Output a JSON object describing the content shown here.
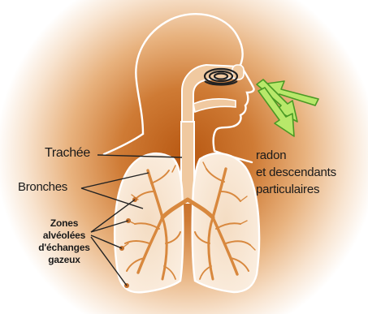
{
  "diagram": {
    "labels": {
      "trachee": "Trachée",
      "bronches": "Bronches",
      "zones": [
        "Zones",
        "alvéolées",
        "d'échanges",
        "gazeux"
      ],
      "radon": [
        "radon",
        "et descendants",
        "particulaires"
      ]
    },
    "colors": {
      "glow_center": "#c8651a",
      "glow_edge": "#ffffff",
      "outline": "#ffffff",
      "airway": "#f0c9a0",
      "bronchi_tree": "#d8883e",
      "arrow_fill": "#b8e86a",
      "arrow_stroke": "#4a9a24",
      "nasal_coil": "#222222",
      "leader_line": "#222222"
    }
  }
}
